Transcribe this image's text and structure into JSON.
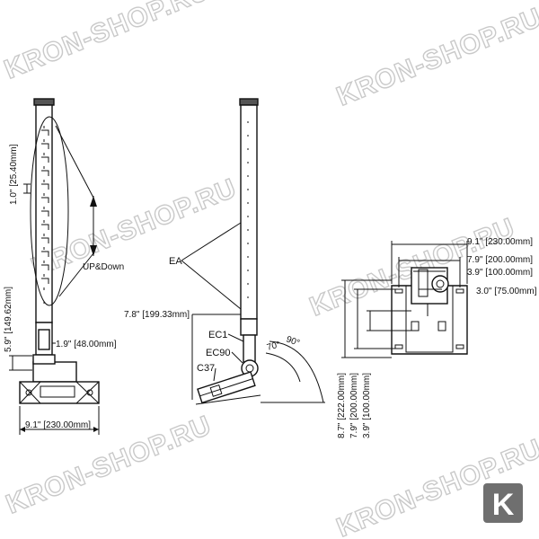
{
  "watermark": "KRON-SHOP.RU",
  "logo_letter": "K",
  "left_view": {
    "pitch_label": "1.0\" [25.40mm]",
    "updown_label": "UP&Down",
    "height_label": "5.9\" [149.62mm]",
    "pipe_label": "1.9\" [48.00mm]",
    "base_width_label": "9.1\" [230.00mm]"
  },
  "side_view": {
    "ea_label": "EA",
    "length_label": "7.8\" [199.33mm]",
    "ec1_label": "EC1",
    "ec90_label": "EC90",
    "c37_label": "C37",
    "angle_70": "70°",
    "angle_90": "90°"
  },
  "plate_view": {
    "w230": "9.1\" [230.00mm]",
    "w200": "7.9\" [200.00mm]",
    "w100": "3.9\" [100.00mm]",
    "w75": "3.0\" [75.00mm]",
    "h222": "8.7\" [222.00mm]",
    "h200": "7.9\" [200.00mm]",
    "h100": "3.9\" [100.00mm]"
  }
}
